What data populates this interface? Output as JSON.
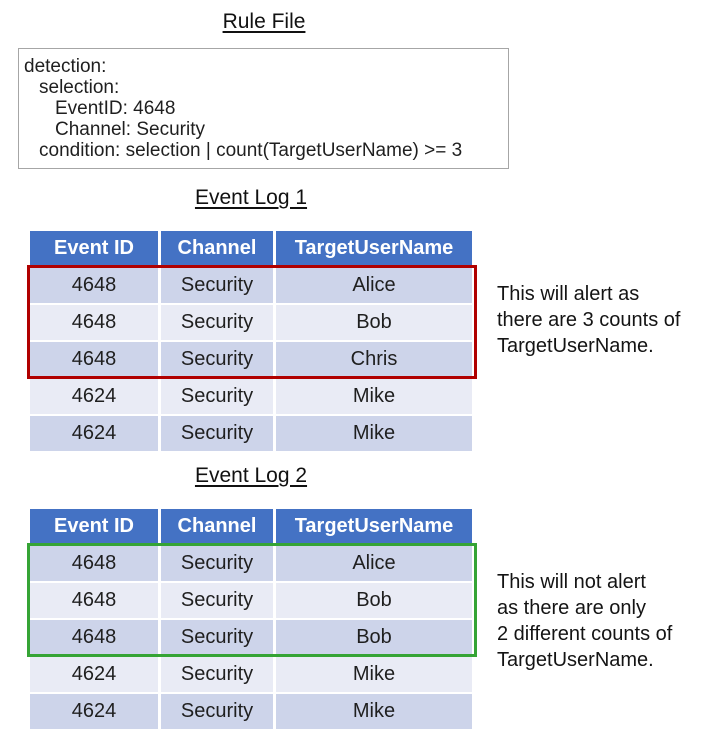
{
  "colors": {
    "header-blue": "#4472C4",
    "band-dark": "#CDD4EA",
    "band-light": "#E9EBF5",
    "alert-red": "#B00000",
    "ok-green": "#35A435"
  },
  "rule_file": {
    "title": "Rule File",
    "lines": [
      "detection:",
      "selection:",
      "EventID: 4648",
      "Channel: Security",
      "condition: selection | count(TargetUserName) >= 3"
    ]
  },
  "event_log_1": {
    "title": "Event Log 1",
    "columns": [
      "Event ID",
      "Channel",
      "TargetUserName"
    ],
    "rows": [
      [
        "4648",
        "Security",
        "Alice"
      ],
      [
        "4648",
        "Security",
        "Bob"
      ],
      [
        "4648",
        "Security",
        "Chris"
      ],
      [
        "4624",
        "Security",
        "Mike"
      ],
      [
        "4624",
        "Security",
        "Mike"
      ]
    ],
    "highlighted_rows": "1-3",
    "highlight_color": "#B00000",
    "annotation": "This will alert as\nthere are 3 counts of\nTargetUserName."
  },
  "event_log_2": {
    "title": "Event Log 2",
    "columns": [
      "Event ID",
      "Channel",
      "TargetUserName"
    ],
    "rows": [
      [
        "4648",
        "Security",
        "Alice"
      ],
      [
        "4648",
        "Security",
        "Bob"
      ],
      [
        "4648",
        "Security",
        "Bob"
      ],
      [
        "4624",
        "Security",
        "Mike"
      ],
      [
        "4624",
        "Security",
        "Mike"
      ]
    ],
    "highlighted_rows": "1-3",
    "highlight_color": "#35A435",
    "annotation": "This will not alert\nas there are only\n2 different counts of\nTargetUserName."
  }
}
